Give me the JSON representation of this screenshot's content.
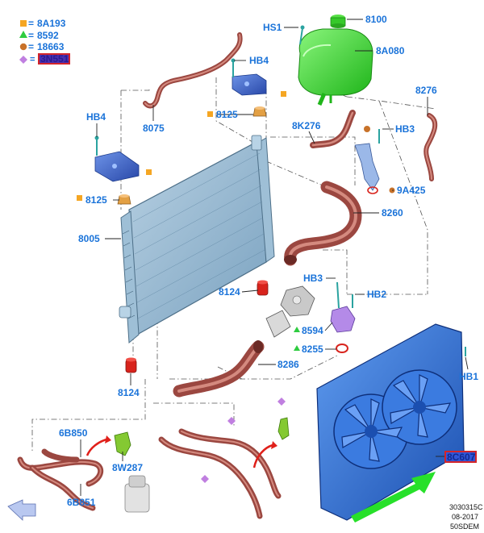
{
  "legend": [
    {
      "symbol": "square",
      "color": "#f5a623",
      "code": "8A193"
    },
    {
      "symbol": "triangle",
      "color": "#2ecc40",
      "code": "8592"
    },
    {
      "symbol": "circle",
      "color": "#c8722a",
      "code": "18663"
    },
    {
      "symbol": "diamond",
      "color": "#c07fe0",
      "code": "3N551"
    }
  ],
  "parts": {
    "p8100": "8100",
    "hs1": "HS1",
    "p8a080": "8A080",
    "hb4_top": "HB4",
    "p8125_top": "8125",
    "p8276": "8276",
    "hb4_left": "HB4",
    "p8075": "8075",
    "p8k276": "8K276",
    "hb3_top": "HB3",
    "p8125_left": "8125",
    "p9a425": "9A425",
    "p8260": "8260",
    "p8005": "8005",
    "hb3_mid": "HB3",
    "hb2": "HB2",
    "p8124_right": "8124",
    "p8594": "8594",
    "p8255": "8255",
    "hb1": "HB1",
    "p8286": "8286",
    "p8124_bottom": "8124",
    "p6b850": "6B850",
    "p8w287": "8W287",
    "p6b851": "6B851",
    "p8c607": "8C607"
  },
  "footer": {
    "code": "3030315C",
    "date": "08-2017",
    "model": "50SDEM"
  },
  "colors": {
    "label_blue": "#1a73d9",
    "radiator": "#8fb3cc",
    "reservoir": "#3ddc2e",
    "fan": "#2f6fd6",
    "hose": "#9b4740",
    "bracket": "#3b63c4",
    "arrow_green": "#27e02a",
    "arrow_red": "#e0201a",
    "highlight_box": "#d3242a"
  }
}
